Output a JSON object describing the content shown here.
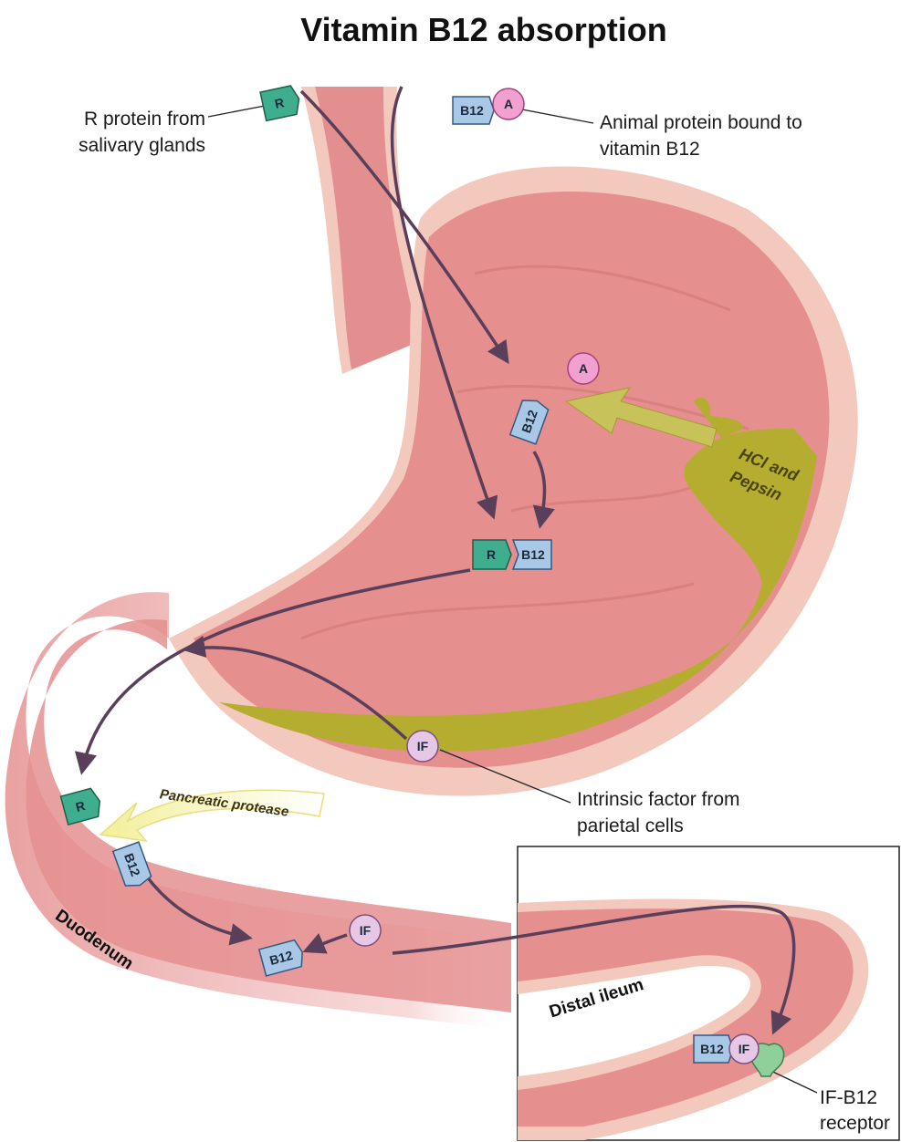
{
  "title": "Vitamin B12 absorption",
  "labels": {
    "r_protein_line1": "R protein from",
    "r_protein_line2": "salivary glands",
    "animal_line1": "Animal protein bound to",
    "animal_line2": "vitamin B12",
    "if_line1": "Intrinsic factor from",
    "if_line2": "parietal cells",
    "receptor_line1": "IF-B12",
    "receptor_line2": "receptor"
  },
  "regions": {
    "hcl_line1": "HCl and",
    "hcl_line2": "Pepsin",
    "pancreatic": "Pancreatic protease",
    "duodenum": "Duodenum",
    "distal_ileum": "Distal ileum"
  },
  "tags": {
    "r": "R",
    "b12": "B12",
    "a": "A",
    "if": "IF"
  },
  "colors": {
    "r_protein": "#3fae8f",
    "b12": "#a9c8e8",
    "animal_protein": "#f2a0cf",
    "intrinsic_factor": "#e6c7e6",
    "receptor": "#8fcf9a",
    "tissue": "#e58f8f",
    "acid": "#b5ad2f",
    "arrow": "#5a3f5a"
  },
  "icons": [
    "r-protein-icon",
    "b12-icon",
    "animal-protein-icon",
    "intrinsic-factor-icon",
    "receptor-icon"
  ]
}
